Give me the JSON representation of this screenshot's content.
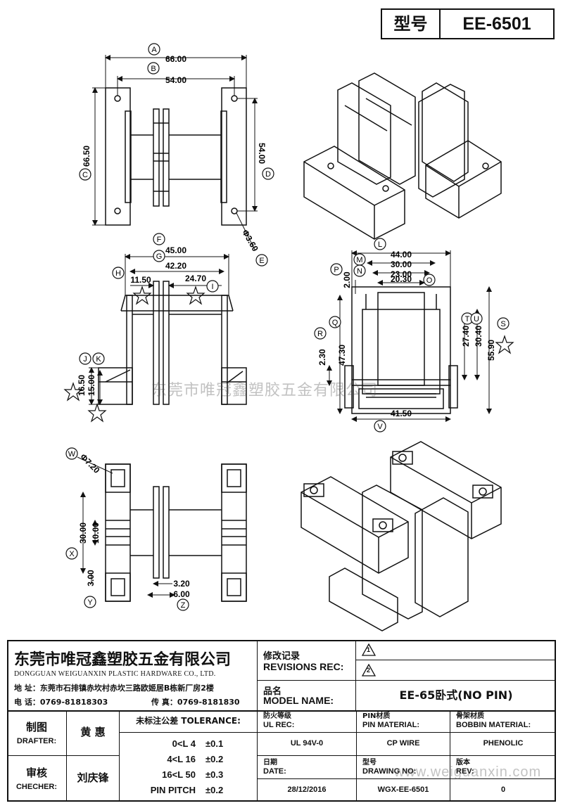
{
  "header": {
    "model_label": "型号",
    "model_no": "EE-6501"
  },
  "dimensions": {
    "A": "66.00",
    "B": "54.00",
    "C": "66.50",
    "D": "54.00",
    "E": "Φ3.60",
    "F": "45.00",
    "G": "42.20",
    "H": "11.50",
    "I": "24.70",
    "J": "16.50",
    "K": "15.00",
    "L": "44.00",
    "M": "30.00",
    "N": "23.00",
    "O": "20.30",
    "P": "2.00",
    "Q": "47.30",
    "R": "2.30",
    "S": "55.90",
    "T": "30.40",
    "U": "27.40",
    "V": "41.50",
    "W": "Φ7.20",
    "X": "30.00",
    "X2": "10.00",
    "Y": "3.00",
    "Y2": "3.20",
    "Z": "6.00"
  },
  "letters": [
    "A",
    "B",
    "C",
    "D",
    "E",
    "F",
    "G",
    "H",
    "I",
    "J",
    "K",
    "L",
    "M",
    "N",
    "O",
    "P",
    "Q",
    "R",
    "S",
    "T",
    "U",
    "V",
    "W",
    "X",
    "Y",
    "Z"
  ],
  "watermarks": {
    "center": "东莞市唯冠鑫塑胶五金有限公司",
    "bottom": "www.weiguanxin.com"
  },
  "company": {
    "name_cn": "东莞市唯冠鑫塑胶五金有限公司",
    "name_en": "DONGGUAN WEIGUANXIN PLASTIC HARDWARE CO., LTD.",
    "address": "地  址：东莞市石排镇赤坎村赤坎三路欧姬居B栋新厂房2楼",
    "phone": "电  话：0769-81818303",
    "fax": "传  真：0769-8181830"
  },
  "revisions": {
    "label_cn": "修改记录",
    "label_en": "REVISIONS REC:",
    "marks": [
      "1",
      "2"
    ]
  },
  "model": {
    "label_cn": "品名",
    "label_en": "MODEL NAME:",
    "value": "EE-65卧式(NO PIN)"
  },
  "drafter": {
    "label_cn": "制图",
    "label_en": "DRAFTER:",
    "name": "黄  惠"
  },
  "checker": {
    "label_cn": "审核",
    "label_en": "CHECHER:",
    "name": "刘庆锋"
  },
  "tolerance": {
    "title": "未标注公差 TOLERANCE:",
    "rows": [
      {
        "range": "0<L  4",
        "value": "±0.1"
      },
      {
        "range": "4<L  16",
        "value": "±0.2"
      },
      {
        "range": "16<L  50",
        "value": "±0.3"
      },
      {
        "range": "PIN PITCH",
        "value": "±0.2"
      }
    ]
  },
  "specs": {
    "ul_cn": "防火等级",
    "ul_en": "UL REC:",
    "ul_value": "UL 94V-0",
    "pin_cn": "PIN材质",
    "pin_en": "PIN MATERIAL:",
    "pin_value": "CP WIRE",
    "bobbin_cn": "骨架材质",
    "bobbin_en": "BOBBIN MATERIAL:",
    "bobbin_value": "PHENOLIC",
    "date_cn": "日期",
    "date_en": "DATE:",
    "date_value": "28/12/2016",
    "drawing_cn": "型号",
    "drawing_en": "DRAWING NO:",
    "drawing_value": "WGX-EE-6501",
    "rev_cn": "版本",
    "rev_en": "REV:",
    "rev_value": "0"
  }
}
